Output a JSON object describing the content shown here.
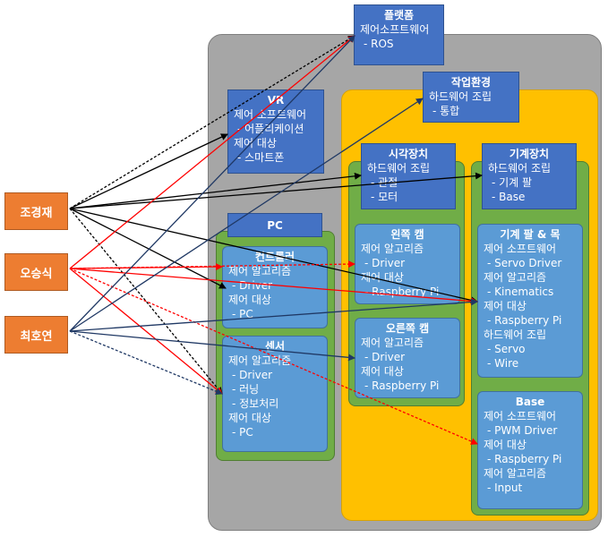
{
  "people": [
    {
      "id": "cho",
      "name": "조경재"
    },
    {
      "id": "oh",
      "name": "오승식"
    },
    {
      "id": "choi",
      "name": "최호연"
    }
  ],
  "platform": {
    "title": "플랫폼",
    "lines": [
      "제어소프트웨어",
      "-  ROS"
    ]
  },
  "workenv": {
    "title": "작업환경",
    "lines": [
      "하드웨어 조립",
      "-  통합"
    ]
  },
  "vr": {
    "title": "VR",
    "lines": [
      "제어 소프트웨어",
      "-  어플리케이션",
      "제어 대상",
      "-  스마트폰"
    ]
  },
  "pc": {
    "title": "PC",
    "controller": {
      "title": "컨트롤러",
      "lines": [
        "제어 알고리즘",
        "-  Driver",
        "제어 대상",
        "-  PC"
      ]
    },
    "sensor": {
      "title": "센서",
      "lines": [
        "제어 알고리즘",
        "-  Driver",
        "-  러닝",
        "-  정보처리",
        "제어 대상",
        "-  PC"
      ]
    }
  },
  "vision": {
    "title": "시각장치",
    "lines": [
      "하드웨어 조립",
      "-  관절",
      "-  모터"
    ],
    "left_cam": {
      "title": "왼쪽 캠",
      "lines": [
        "제어 알고리즘",
        "-  Driver",
        "제어 대상",
        "-  Raspberry Pi"
      ]
    },
    "right_cam": {
      "title": "오른쪽 캠",
      "lines": [
        "제어 알고리즘",
        "-  Driver",
        "제어 대상",
        "-  Raspberry Pi"
      ]
    }
  },
  "machine": {
    "title": "기계장치",
    "lines": [
      "하드웨어 조립",
      "-  기계 팔",
      "-  Base"
    ],
    "arm": {
      "title": "기계 팔 & 목",
      "lines": [
        "제어 소프트웨어",
        "-  Servo Driver",
        "제어 알고리즘",
        "-  Kinematics",
        "제어 대상",
        "-  Raspberry Pi",
        "하드웨어 조립",
        "-  Servo",
        "-  Wire"
      ]
    },
    "base": {
      "title": "Base",
      "lines": [
        "제어 소프트웨어",
        "-  PWM Driver",
        "제어 대상",
        "-  Raspberry Pi",
        "제어 알고리즘",
        "-  Input"
      ]
    }
  },
  "colors": {
    "cho": "#000000",
    "oh": "#ff0000",
    "choi": "#1f3864"
  }
}
